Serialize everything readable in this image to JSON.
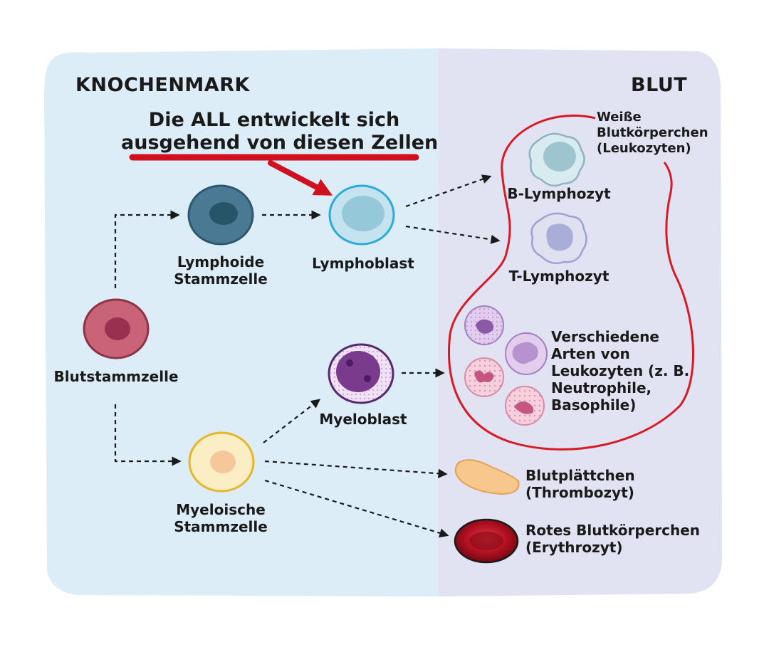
{
  "regions": {
    "bone_marrow": "KNOCHENMARK",
    "blood": "BLUT"
  },
  "banner": {
    "line1": "Die ALL entwickelt sich",
    "line2": "ausgehend von diesen Zellen"
  },
  "cells": {
    "blood_stem_cell": "Blutstammzelle",
    "lymphoid_stem_cell": [
      "Lymphoide",
      "Stammzelle"
    ],
    "lymphoblast": "Lymphoblast",
    "myeloid_stem_cell": [
      "Myeloische",
      "Stammzelle"
    ],
    "myeloblast": "Myeloblast",
    "white_blood_cells": [
      "Weiße",
      "Blutkörperchen",
      "(Leukozyten)"
    ],
    "b_lymphocyte": "B-Lymphozyt",
    "t_lymphocyte": "T-Lymphozyt",
    "other_leukocytes": [
      "Verschiedene",
      "Arten von",
      "Leukozyten (z. B.",
      "Neutrophile,",
      "Basophile)"
    ],
    "platelets": [
      "Blutplättchen",
      "(Thrombozyt)"
    ],
    "red_blood_cell": [
      "Rotes Blutkörperchen",
      "(Erythrozyt)"
    ]
  },
  "colors": {
    "bone_marrow_bg": "#dcedf8",
    "blood_bg": "#e1e2f2",
    "highlight_red": "#d0101e",
    "arrow": "#1a1a1a"
  }
}
